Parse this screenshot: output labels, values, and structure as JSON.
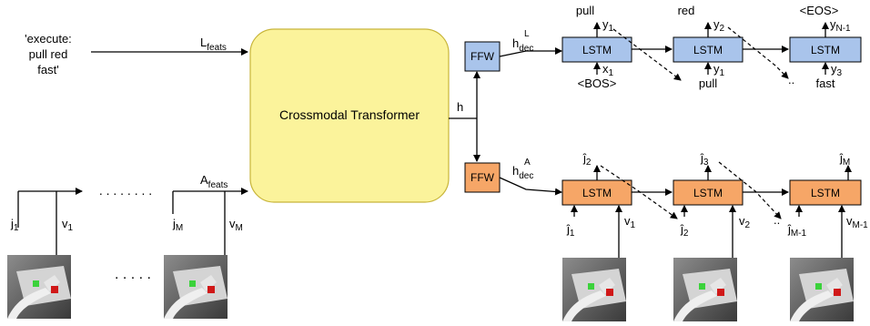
{
  "command_text": [
    "'execute:",
    "pull red",
    "fast'"
  ],
  "transformer_label": "Crossmodal Transformer",
  "l_feats": {
    "base": "L",
    "sub": "feats"
  },
  "a_feats": {
    "base": "A",
    "sub": "feats"
  },
  "hidden_label": "h",
  "ffw_label": "FFW",
  "lstm_label": "LSTM",
  "h_dec_l": {
    "base": "h",
    "sub": "dec",
    "sup": "L"
  },
  "h_dec_a": {
    "base": "h",
    "sub": "dec",
    "sup": "A"
  },
  "ellipsis": ". . . . .",
  "lang_words": {
    "out1": "pull",
    "out2": "red",
    "out3": "<EOS>",
    "in1": "<BOS>",
    "in2": "pull",
    "in3": "fast"
  },
  "lang_vars": {
    "y1": {
      "base": "y",
      "sub": "1"
    },
    "y2": {
      "base": "y",
      "sub": "2"
    },
    "yN1": {
      "base": "y",
      "sub": "N-1"
    },
    "x1": {
      "base": "x",
      "sub": "1"
    },
    "y1in": {
      "base": "y",
      "sub": "1"
    },
    "y3in": {
      "base": "y",
      "sub": "3"
    }
  },
  "act_vars": {
    "j1": {
      "base": "j",
      "sub": "1"
    },
    "v1": {
      "base": "v",
      "sub": "1"
    },
    "jM": {
      "base": "j",
      "sub": "M"
    },
    "vM": {
      "base": "v",
      "sub": "M"
    },
    "jh1": {
      "base": "ĵ",
      "sub": "1"
    },
    "jh2": {
      "base": "ĵ",
      "sub": "2"
    },
    "jh3": {
      "base": "ĵ",
      "sub": "3"
    },
    "jhM": {
      "base": "ĵ",
      "sub": "M"
    },
    "jhM1": {
      "base": "ĵ",
      "sub": "M-1"
    },
    "v2": {
      "base": "v",
      "sub": "2"
    },
    "vM1": {
      "base": "v",
      "sub": "M-1"
    }
  },
  "colors": {
    "transformer_fill": "#fbf39b",
    "transformer_stroke": "#c8b53a",
    "ffw_lang_fill": "#a9c4eb",
    "ffw_act_fill": "#f6a667",
    "lstm_lang_fill": "#a9c4eb",
    "lstm_act_fill": "#f6a667",
    "box_stroke": "#000000"
  }
}
